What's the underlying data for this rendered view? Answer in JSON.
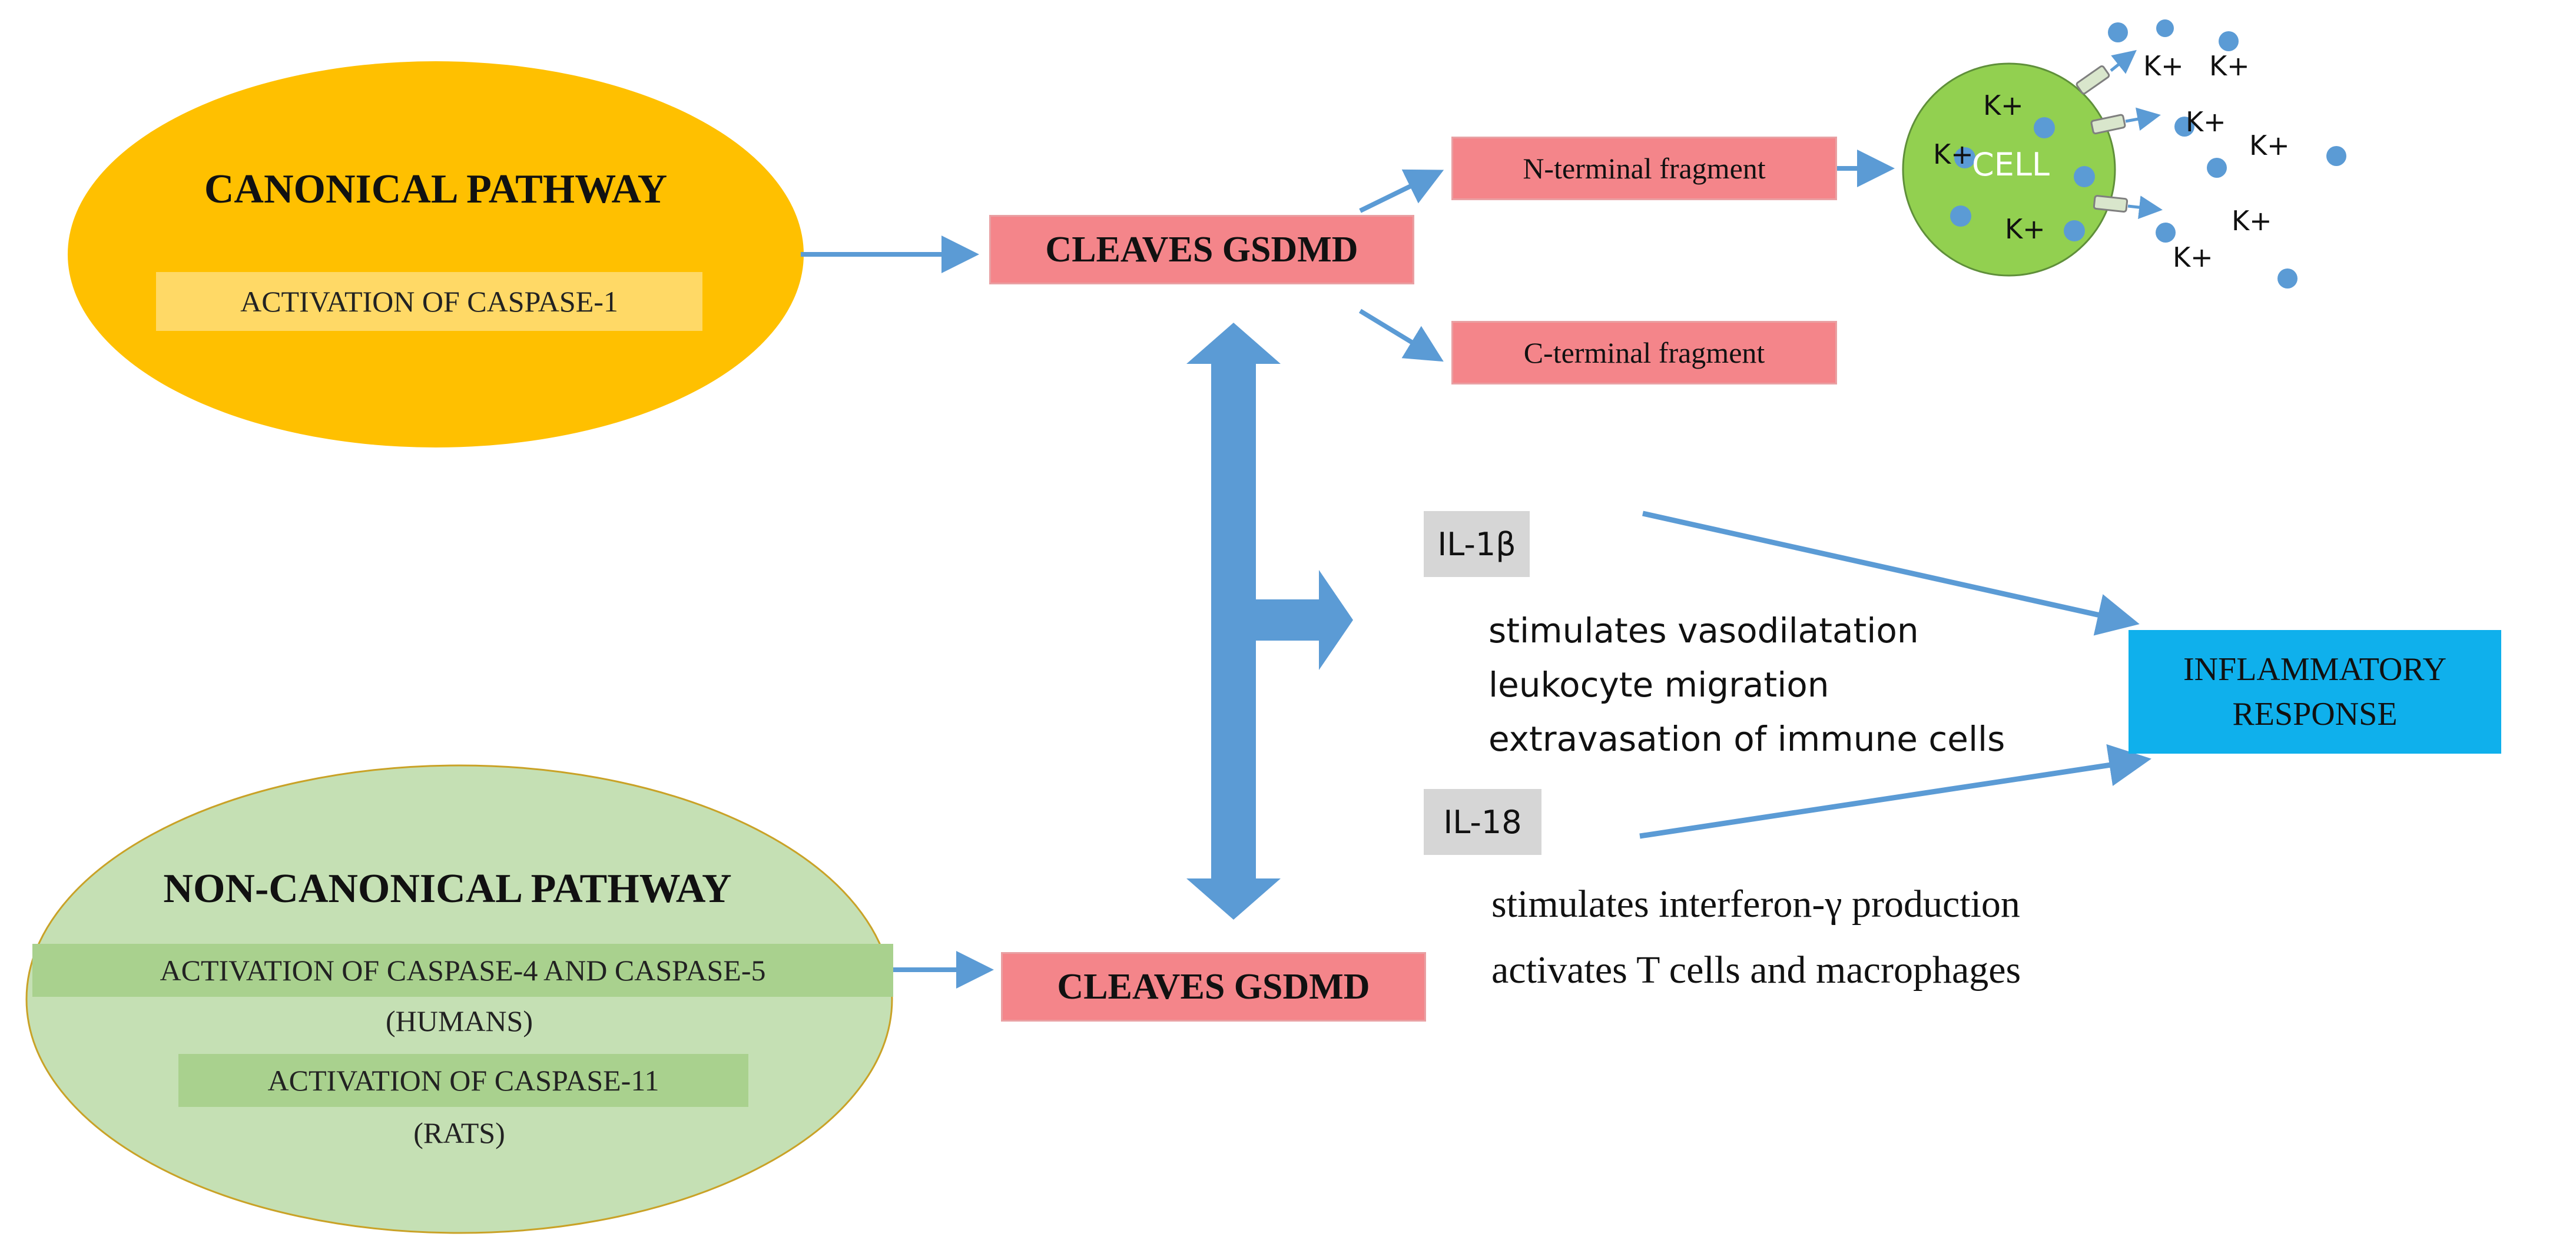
{
  "canonical": {
    "title": "CANONICAL PATHWAY",
    "subtitle": "ACTIVATION OF CASPASE-1",
    "fill": "#ffc000"
  },
  "non_canonical": {
    "title": "NON-CANONICAL PATHWAY",
    "line1": "ACTIVATION OF CASPASE-4 AND CASPASE-5",
    "line2": "(HUMANS)",
    "line3": "ACTIVATION OF CASPASE-11",
    "line4": "(RATS)",
    "fill": "#c5e0b4"
  },
  "cleaves_top": "CLEAVES GSDMD",
  "cleaves_bottom": "CLEAVES GSDMD",
  "n_terminal": "N-terminal fragment",
  "c_terminal": "C-terminal fragment",
  "cell": {
    "label": "CELL",
    "ions_inside": [
      "K+",
      "K+",
      "K+"
    ],
    "ions_outside": [
      "K+",
      "K+",
      "K+",
      "K+",
      "K+",
      "K+"
    ],
    "fill": "#92d050"
  },
  "il1b": {
    "label": "IL-1β",
    "effects": [
      "stimulates vasodilatation",
      "leukocyte migration",
      "extravasation of immune cells"
    ]
  },
  "il18": {
    "label": "IL-18",
    "effects": [
      "stimulates interferon-γ production",
      "activates T cells and macrophages"
    ]
  },
  "inflammatory": {
    "line1": "INFLAMMATORY",
    "line2": "RESPONSE"
  },
  "colors": {
    "arrow": "#5b9bd5",
    "pink_box": "#f4858a",
    "dot": "#5b9bd5"
  }
}
